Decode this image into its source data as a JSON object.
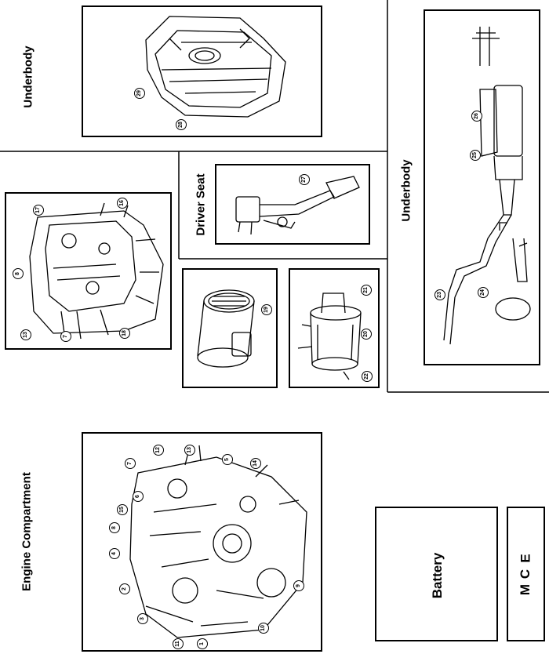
{
  "sections": {
    "underbody_top": "Underbody",
    "underbody_right": "Underbody",
    "driver_seat": "Driver Seat",
    "engine_compartment": "Engine Compartment"
  },
  "modules": {
    "battery": "Battery",
    "ecm": [
      "E",
      "C",
      "M"
    ]
  },
  "callouts": {
    "fuel_tank": [
      "29",
      "28"
    ],
    "exhaust": [
      "26",
      "25",
      "23",
      "24"
    ],
    "pedal": [
      "27"
    ],
    "transmission": [
      "17",
      "16",
      "8",
      "13",
      "7",
      "18"
    ],
    "maf": [
      "19"
    ],
    "fuel_filter": [
      "21",
      "20",
      "22"
    ],
    "engine": [
      "12",
      "13",
      "7",
      "5",
      "14",
      "6",
      "15",
      "8",
      "4",
      "2",
      "3",
      "11",
      "1",
      "10",
      "9"
    ]
  }
}
